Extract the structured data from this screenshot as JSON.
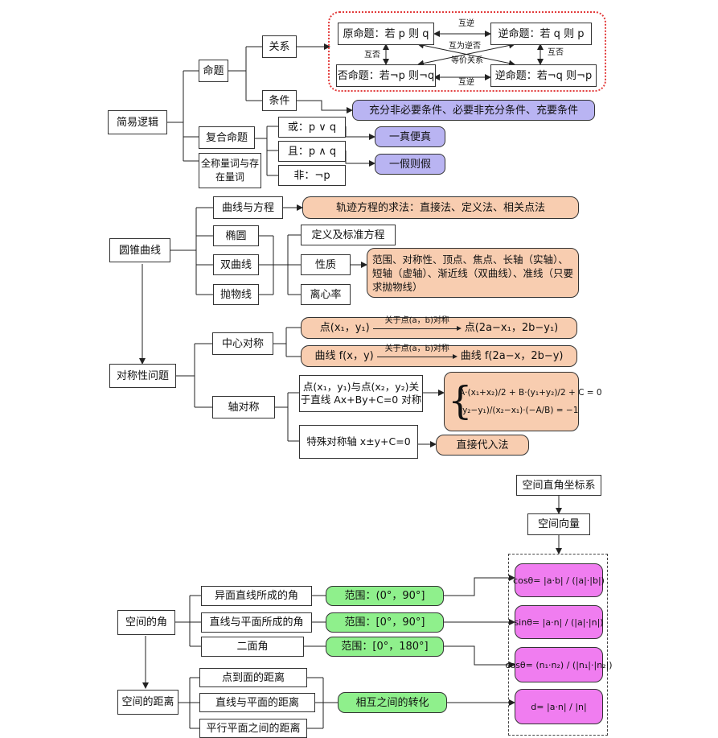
{
  "logic": {
    "root": "简易逻辑",
    "proposition": "命题",
    "relation": "关系",
    "condition": "条件",
    "compound": "复合命题",
    "quantifier": "全称量词与存在量词",
    "original": "原命题：若 p 则 q",
    "converse": "逆命题：若 q 则 p",
    "inverse": "否命题：若¬p 则¬q",
    "contrapositive": "逆命题：若¬q 则¬p",
    "mutual_inverse_top": "互逆",
    "mutual_inverse_bottom": "互逆",
    "mutual_negation_left": "互否",
    "mutual_negation_right": "互否",
    "mutual_contra": "互为逆否",
    "equivalent": "等价关系",
    "condition_types": "充分非必要条件、必要非充分条件、充要条件",
    "or": "或：p ∨ q",
    "and": "且：p ∧ q",
    "not": "非：¬p",
    "one_true": "一真便真",
    "one_false": "一假则假"
  },
  "conic": {
    "root": "圆锥曲线",
    "curve_equation": "曲线与方程",
    "ellipse": "椭圆",
    "hyperbola": "双曲线",
    "parabola": "抛物线",
    "trajectory": "轨迹方程的求法：直接法、定义法、相关点法",
    "definition": "定义及标准方程",
    "property": "性质",
    "eccentricity": "离心率",
    "property_detail": "范围、对称性、顶点、焦点、长轴（实轴）、短轴（虚轴）、渐近线（双曲线）、准线（只要求抛物线）"
  },
  "symmetry": {
    "root": "对称性问题",
    "center": "中心对称",
    "axis": "轴对称",
    "point_sym_from": "点(x₁，y₁)",
    "point_sym_label": "关于点(a，b)对称",
    "point_sym_to": "点(2a−x₁，2b−y₁)",
    "curve_sym_from": "曲线 f(x，y)",
    "curve_sym_label": "关于点(a，b)对称",
    "curve_sym_to": "曲线 f(2a−x，2b−y)",
    "axis_points": "点(x₁，y₁)与点(x₂，y₂)关于直线 Ax+By+C=0 对称",
    "system_line1": "A·(x₁+x₂)/2 + B·(y₁+y₂)/2 + C = 0",
    "system_line2": "(y₂−y₁)/(x₂−x₁)·(−A/B) = −1",
    "special_axis": "特殊对称轴 x±y+C=0",
    "direct_sub": "直接代入法"
  },
  "space": {
    "coord": "空间直角坐标系",
    "vector": "空间向量",
    "angle": "空间的角",
    "distance": "空间的距离",
    "skew_angle": "异面直线所成的角",
    "line_plane_angle": "直线与平面所成的角",
    "dihedral": "二面角",
    "range1": "范围：(0°，90°]",
    "range2": "范围：[0°，90°]",
    "range3": "范围：[0°，180°]",
    "point_plane": "点到面的距离",
    "line_plane_dist": "直线与平面的距离",
    "plane_plane_dist": "平行平面之间的距离",
    "convert": "相互之间的转化",
    "f1": "cosθ= |a·b| / (|a|·|b|)",
    "f2": "sinθ= |a·n| / (|a|·|n|)",
    "f3": "cosθ= (n₁·n₂) / (|n₁|·|n₂|)",
    "f4": "d= |a·n| / |n|"
  }
}
